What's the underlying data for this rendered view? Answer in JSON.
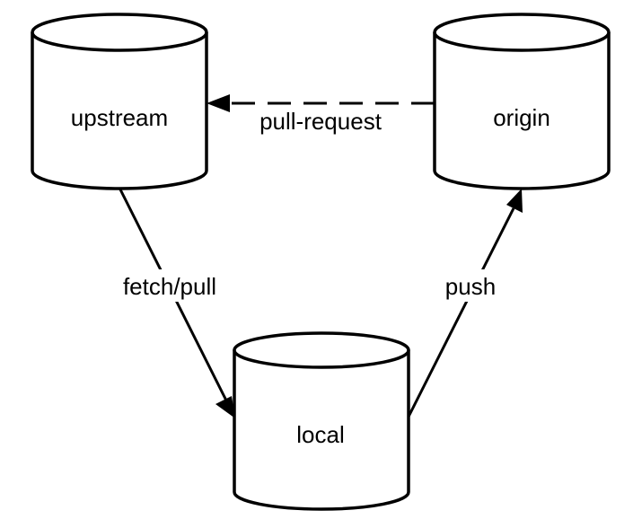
{
  "nodes": {
    "upstream": {
      "label": "upstream"
    },
    "origin": {
      "label": "origin"
    },
    "local": {
      "label": "local"
    }
  },
  "edges": {
    "pull_request": {
      "label": "pull-request",
      "from": "origin",
      "to": "upstream",
      "style": "dashed"
    },
    "fetch_pull": {
      "label": "fetch/pull",
      "from": "upstream",
      "to": "local",
      "style": "solid"
    },
    "push": {
      "label": "push",
      "from": "local",
      "to": "origin",
      "style": "solid"
    }
  }
}
